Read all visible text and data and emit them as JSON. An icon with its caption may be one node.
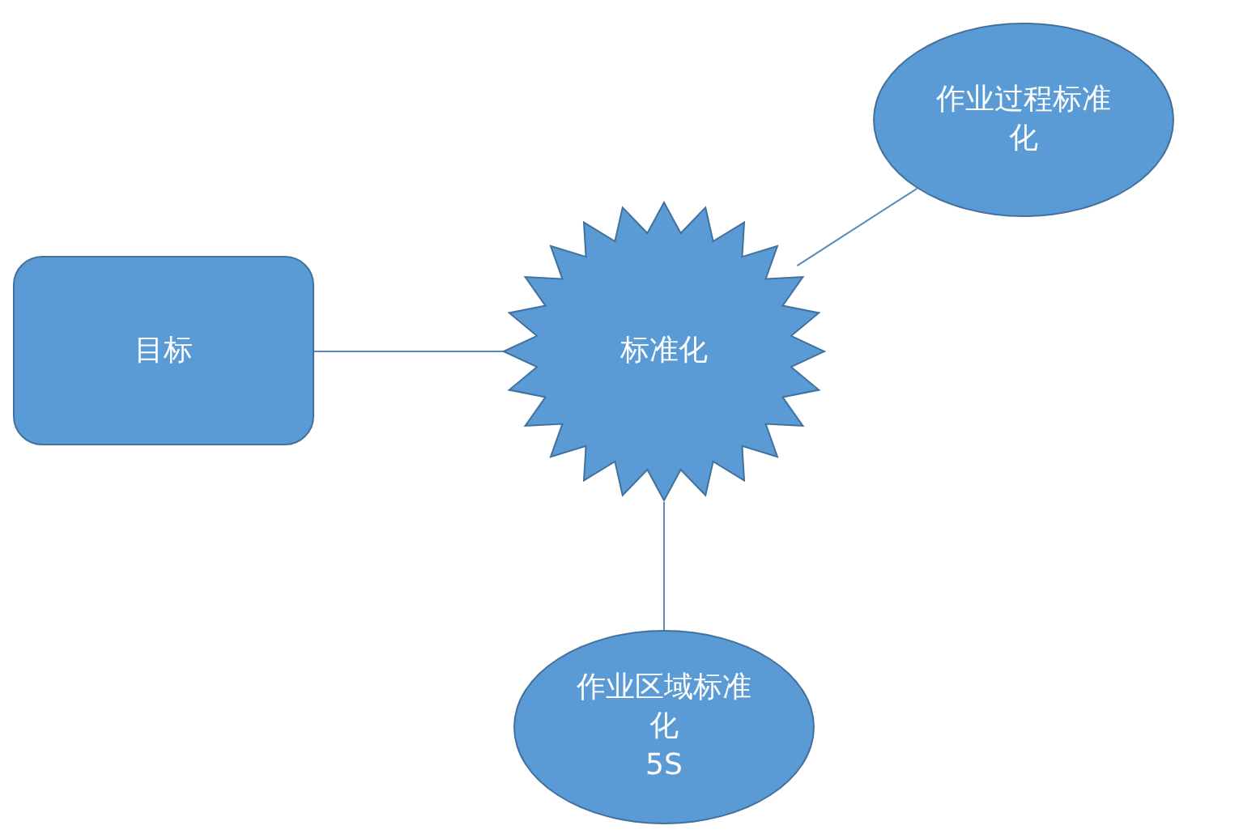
{
  "diagram": {
    "nodes": [
      {
        "text": [
          "目标"
        ]
      },
      {
        "text": [
          "标准化"
        ]
      },
      {
        "text": [
          "作业过程标准化"
        ]
      },
      {
        "text": [
          "作业区域标准化",
          "5S"
        ]
      }
    ],
    "edges": [
      {
        "from": 0,
        "to": 1,
        "arrow": "none"
      },
      {
        "from": 1,
        "to": 2,
        "arrow": "none"
      },
      {
        "from": 1,
        "to": 3,
        "arrow": "none"
      }
    ]
  }
}
